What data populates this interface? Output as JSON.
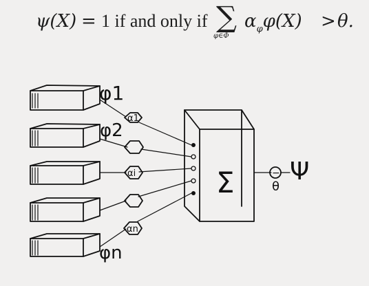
{
  "formula": {
    "lhs": "ψ(X)",
    "equals": "=",
    "condition_text": "1 if and only if",
    "sum_symbol": "∑",
    "sum_subscript": "φ∈Φ",
    "term_alpha": "α",
    "term_alpha_sub": "φ",
    "term_phi": "φ(X)",
    "greater_than": ">",
    "theta": "θ."
  },
  "diagram": {
    "phi_labels": [
      "φ1",
      "φ2",
      "φn"
    ],
    "weight_labels": [
      "α1",
      "αi",
      "αn"
    ],
    "sum_label": "Σ",
    "threshold_label": "θ",
    "output_label": "Ψ",
    "threshold_minus": "−"
  }
}
